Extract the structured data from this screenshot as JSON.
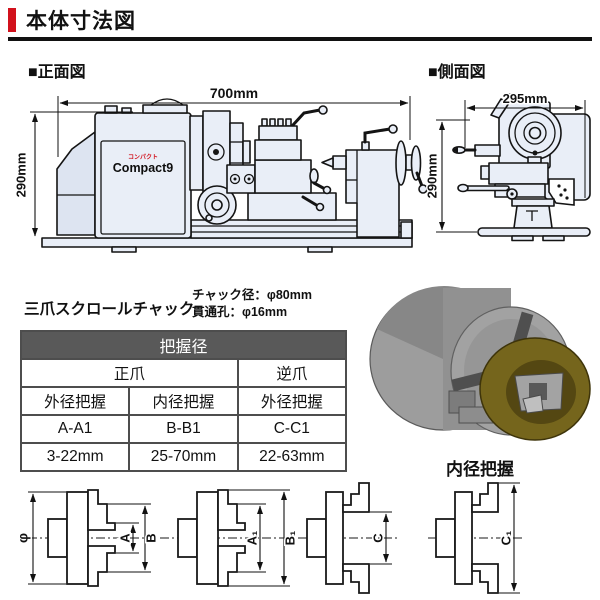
{
  "page": {
    "title": "本体寸法図"
  },
  "front_view": {
    "label": "■正面図",
    "width_dim": "700mm",
    "height_dim": "290mm",
    "logo_sub": "コンパクト",
    "logo_main": "Compact9"
  },
  "side_view": {
    "label": "■側面図",
    "width_dim": "295mm",
    "height_dim": "290mm"
  },
  "chuck": {
    "title": "三爪スクロールチャック",
    "spec_diameter": "チャック径：φ80mm",
    "spec_bore": "貫通孔：φ16mm",
    "photo_label": "内径把握",
    "table": {
      "header": "把握径",
      "jaws": [
        "正爪",
        "逆爪"
      ],
      "grips": [
        "外径把握",
        "内径把握",
        "外径把握"
      ],
      "codes": [
        "A-A1",
        "B-B1",
        "C-C1"
      ],
      "ranges": [
        "3-22mm",
        "25-70mm",
        "22-63mm"
      ]
    }
  },
  "diagrams": {
    "phi": "φ",
    "a": "A",
    "b": "B",
    "a1": "A₁",
    "b1": "B₁",
    "c": "C",
    "c1": "C₁"
  },
  "colors": {
    "accent_red": "#d2111c",
    "machine_fill": "#e9eef7",
    "table_header_bg": "#595959",
    "table_border": "#4d4d4d",
    "brass": "#75651c",
    "chuck_gray": "#9d9d9d"
  }
}
